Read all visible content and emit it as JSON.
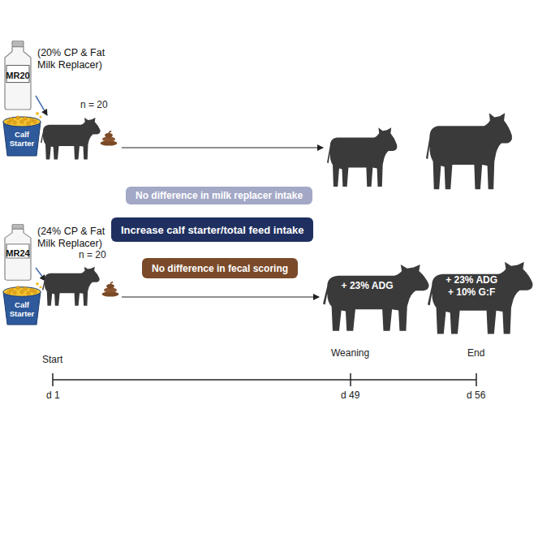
{
  "diagram": {
    "nodes": [
      {
        "text": [
          "MR20",
          "(20% CP & Fat Milk Replacer)"
        ]
      },
      {
        "text": [
          "Calf Starter"
        ]
      },
      {
        "text": [
          "No difference in milk replacer intake"
        ]
      },
      {
        "text": [
          "Increase calf starter/total feed intake"
        ]
      },
      {
        "text": [
          "No difference in fecal scoring"
        ]
      },
      {
        "text": [
          "MR24",
          "(24% CP & Fat Milk Replacer)"
        ]
      },
      {
        "text": [
          "Calf Starter"
        ]
      },
      {
        "text": [
          "+ 23% ADG"
        ]
      },
      {
        "text": [
          "+ 23% ADG",
          "+ 10% G:F"
        ]
      }
    ],
    "labels": [
      "n = 20",
      "n = 20",
      "Start",
      "Weaning",
      "End",
      "d 1",
      "d 49",
      "d 56"
    ]
  }
}
